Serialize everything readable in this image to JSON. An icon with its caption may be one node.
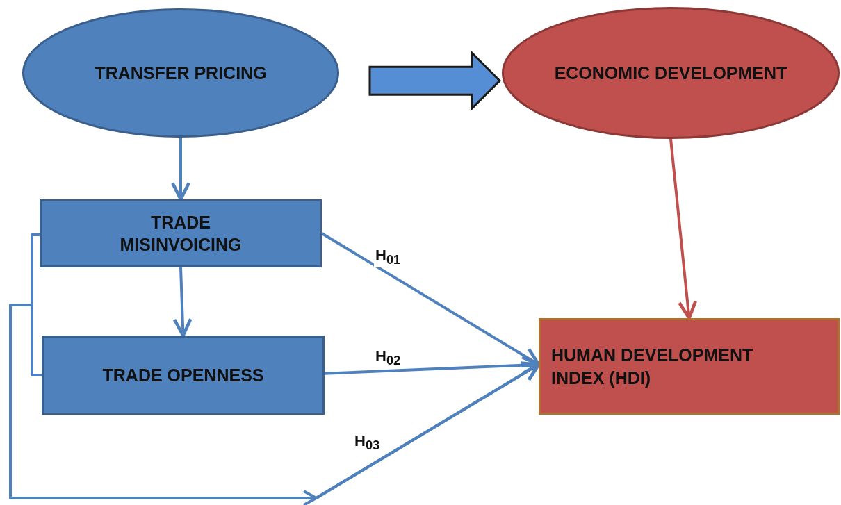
{
  "diagram": {
    "nodes": [
      {
        "text": [
          "TRANSFER PRICING"
        ]
      },
      {
        "text": [
          "ECONOMIC DEVELOPMENT"
        ]
      },
      {
        "text": [
          "TRADE MISINVOICING"
        ]
      },
      {
        "text": [
          "TRADE OPENNESS"
        ]
      },
      {
        "text": [
          "HUMAN DEVELOPMENT INDEX (HDI)"
        ]
      }
    ],
    "edges": [
      {
        "from": 0,
        "to": 1,
        "arrow": "to",
        "style": "thick"
      },
      {
        "from": 0,
        "to": 2,
        "arrow": "to"
      },
      {
        "from": 1,
        "to": 4,
        "arrow": "to",
        "color": "#c0504d"
      },
      {
        "from": 2,
        "to": 3,
        "arrow": "to"
      },
      {
        "from": 2,
        "to": 4,
        "arrow": "to",
        "label": "H$_{01}$"
      },
      {
        "from": 3,
        "to": 4,
        "arrow": "to",
        "label": "H$_{02}$"
      },
      {
        "from": 2,
        "to": 4,
        "arrow": "to",
        "label": "H$_{03}$"
      },
      {
        "from": 3,
        "to": 4,
        "arrow": "to"
      }
    ]
  }
}
